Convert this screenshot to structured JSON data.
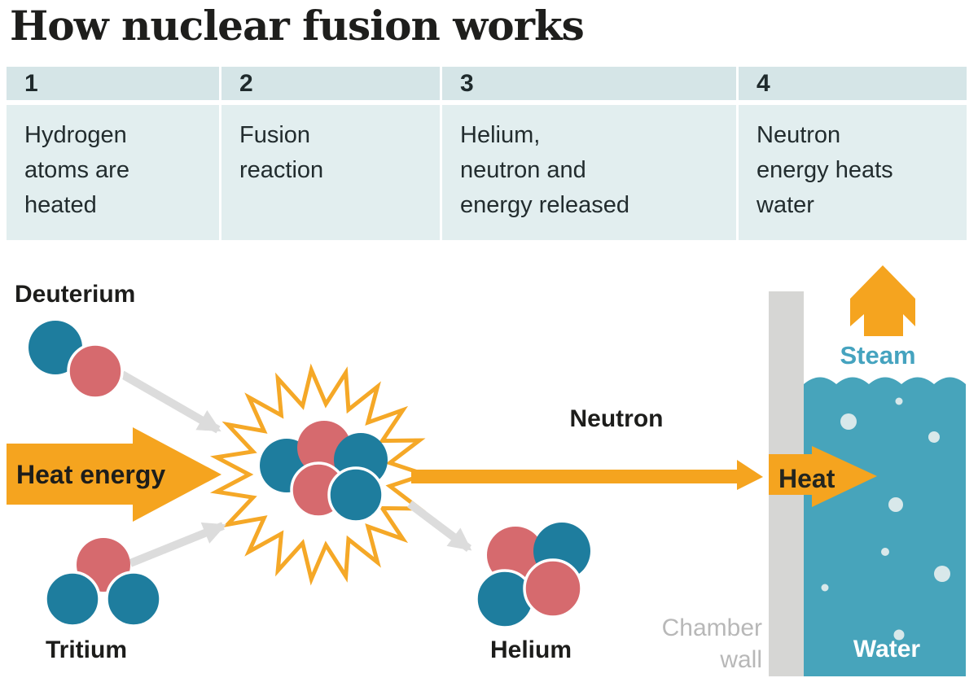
{
  "title": "How nuclear fusion works",
  "steps": [
    {
      "number": "1",
      "description": "Hydrogen\natoms are\nheated"
    },
    {
      "number": "2",
      "description": "Fusion\nreaction"
    },
    {
      "number": "3",
      "description": "Helium,\nneutron and\nenergy released"
    },
    {
      "number": "4",
      "description": "Neutron\nenergy heats\nwater"
    }
  ],
  "diagram": {
    "labels": {
      "deuterium": "Deuterium",
      "tritium": "Tritium",
      "heat_energy": "Heat energy",
      "neutron": "Neutron",
      "helium": "Helium",
      "chamber_wall": "Chamber wall",
      "heat": "Heat",
      "steam": "Steam",
      "water": "Water"
    },
    "colors": {
      "proton_red": "#d66a6e",
      "neutron_blue": "#1e7d9e",
      "arrow_orange": "#f5a41f",
      "burst_orange": "#f5a827",
      "water_teal": "#47a4bb",
      "steam_text": "#45a3bf",
      "wall_gray": "#d6d6d4",
      "guide_arrow_gray": "#dcdcdc",
      "bubble": "#d8e8ea",
      "header_band_dark": "#d5e5e7",
      "header_band_light": "#e2eeef"
    }
  }
}
